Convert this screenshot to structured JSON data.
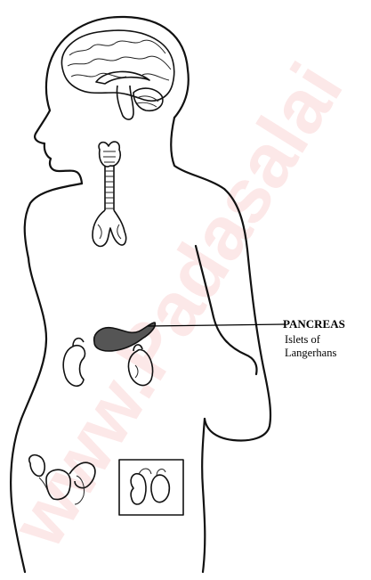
{
  "labels": {
    "pancreas": "PANCREAS",
    "islets_line1": "Islets of",
    "islets_line2": "Langerhans"
  },
  "watermark": "www.Padasalai",
  "colors": {
    "line": "#111111",
    "background": "#ffffff",
    "watermark": "#e01010"
  }
}
